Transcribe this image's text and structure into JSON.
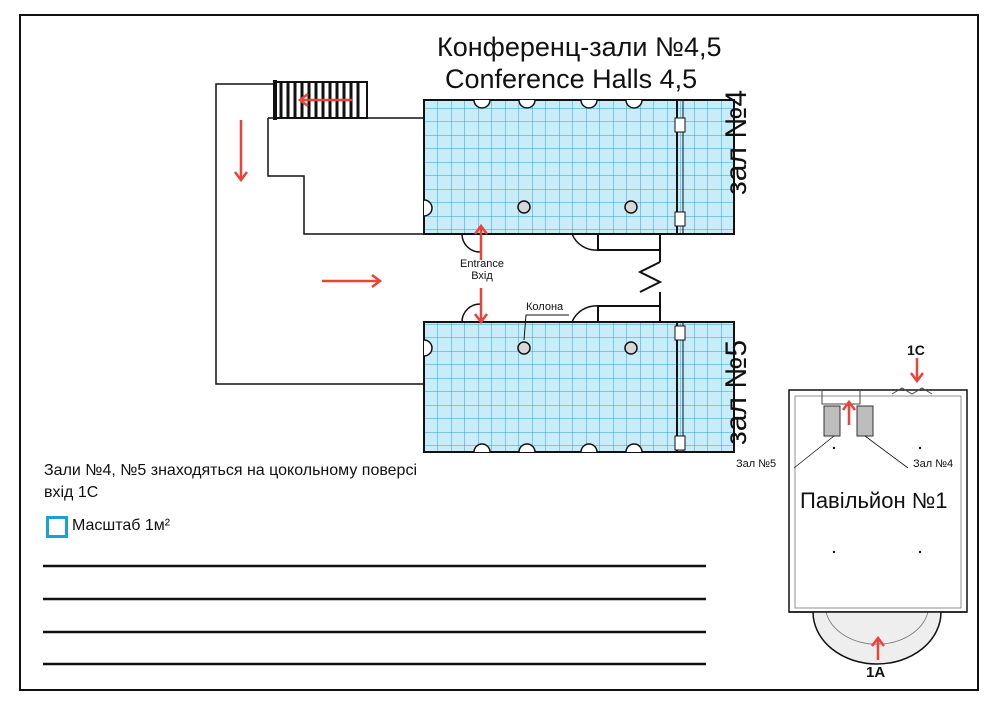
{
  "title_ua": "Конференц-зали №4,5",
  "title_en": "Conference Halls 4,5",
  "hall4_label": "зал №4",
  "hall5_label": "зал №5",
  "entrance_label_en": "Entrance",
  "entrance_label_ua": "Вхід",
  "column_label": "Колона",
  "note_line1": "Зали №4, №5 знаходяться на цокольному поверсі",
  "note_line2": "вхід 1С",
  "scale_label": "Масштаб 1м²",
  "minimap": {
    "pavilion_label": "Павільйон №1",
    "hall5_label": "Зал №5",
    "hall4_label": "Зал №4",
    "entrance_1c": "1С",
    "entrance_1a": "1А"
  },
  "colors": {
    "grid_fill": "#c8ecf8",
    "grid_lines": "#2a9fd8",
    "arrows": "#e8443a",
    "walls": "#111111",
    "scale_box": "#1aa0d8"
  }
}
